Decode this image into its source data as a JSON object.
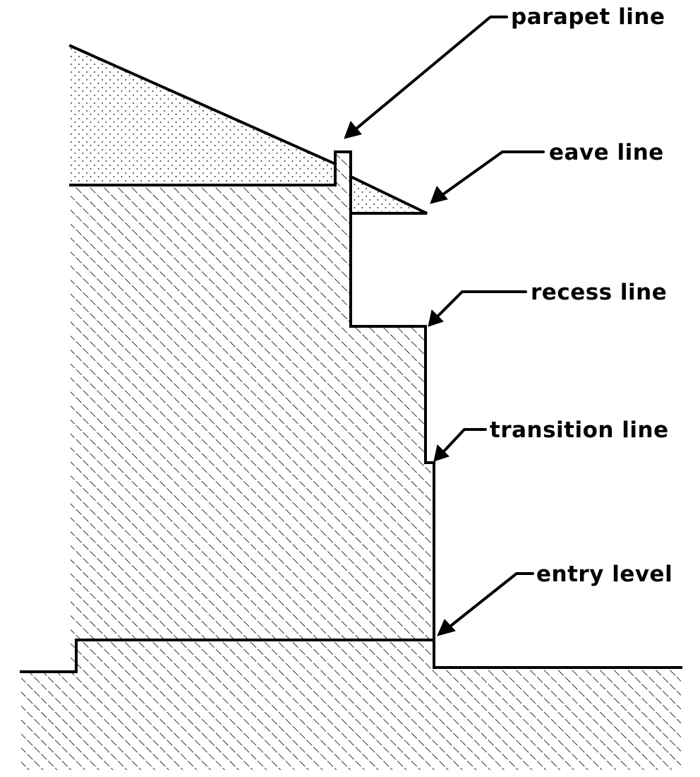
{
  "labels": {
    "parapet": "parapet line",
    "eave": "eave line",
    "recess": "recess line",
    "transition": "transition line",
    "entry": "entry level"
  },
  "colors": {
    "ink": "#000000",
    "paper": "#ffffff"
  }
}
